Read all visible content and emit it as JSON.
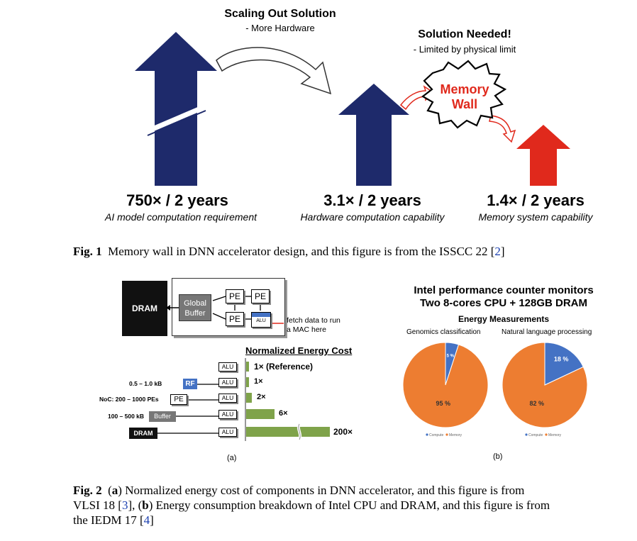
{
  "fig1": {
    "scaling_title": "Scaling Out Solution",
    "scaling_sub": "- More Hardware",
    "needed_title": "Solution Needed!",
    "needed_sub": "- Limited by physical limit",
    "memory_wall": [
      "Memory",
      "Wall"
    ],
    "rates": [
      {
        "value": "750× / 2 years",
        "caption": "AI model computation requirement"
      },
      {
        "value": "3.1× / 2 years",
        "caption": "Hardware computation capability"
      },
      {
        "value": "1.4× / 2 years",
        "caption": "Memory system capability"
      }
    ],
    "colors": {
      "navy": "#1e2a6b",
      "red": "#e0291c"
    }
  },
  "caption1": {
    "label": "Fig. 1",
    "text": "Memory wall in DNN accelerator design, and this figure is from the ISSCC 22 [",
    "ref": "2",
    "end": "]"
  },
  "fig2a": {
    "dram": "DRAM",
    "global_buffer": [
      "Global",
      "Buffer"
    ],
    "pe": "PE",
    "alu": "ALU",
    "fetch_note": [
      "fetch data to run",
      "a MAC here"
    ],
    "energy_title": "Normalized Energy Cost",
    "rows": [
      {
        "left": "",
        "tag": "",
        "value": "1× (Reference)"
      },
      {
        "left": "0.5 – 1.0 kB",
        "tag": "RF",
        "value": "1×"
      },
      {
        "left": "NoC: 200 – 1000 PEs",
        "tag": "PE",
        "value": "2×"
      },
      {
        "left": "100 – 500 kB",
        "tag": "Buffer",
        "value": "6×"
      },
      {
        "left": "",
        "tag": "DRAM",
        "value": "200×"
      }
    ],
    "panel_label": "(a)"
  },
  "fig2b": {
    "title1": "Intel performance counter monitors",
    "title2": "Two 8-cores CPU + 128GB DRAM",
    "subtitle": "Energy Measurements",
    "panel_label": "(b)",
    "chart_data": [
      {
        "type": "pie",
        "title": "Genomics classification",
        "categories": [
          "Compute",
          "Memory"
        ],
        "values": [
          5,
          95
        ],
        "labels": [
          "5 %",
          "95 %"
        ]
      },
      {
        "type": "pie",
        "title": "Natural language processing",
        "categories": [
          "Compute",
          "Memory"
        ],
        "values": [
          18,
          82
        ],
        "labels": [
          "18 %",
          "82 %"
        ]
      }
    ],
    "legend": [
      "Compute",
      "Memory"
    ],
    "colors": {
      "compute": "#4472c4",
      "memory": "#ed7d31"
    }
  },
  "caption2": {
    "label": "Fig. 2",
    "line1_a": "(",
    "a": "a",
    "line1_b": ") Normalized energy cost of components in DNN accelerator, and this figure is from",
    "line2_a": "VLSI 18 [",
    "ref3": "3",
    "line2_b": "], (",
    "b": "b",
    "line2_c": ") Energy consumption breakdown of Intel CPU and DRAM, and this figure is from",
    "line3_a": "the IEDM 17 [",
    "ref4": "4",
    "line3_b": "]"
  }
}
